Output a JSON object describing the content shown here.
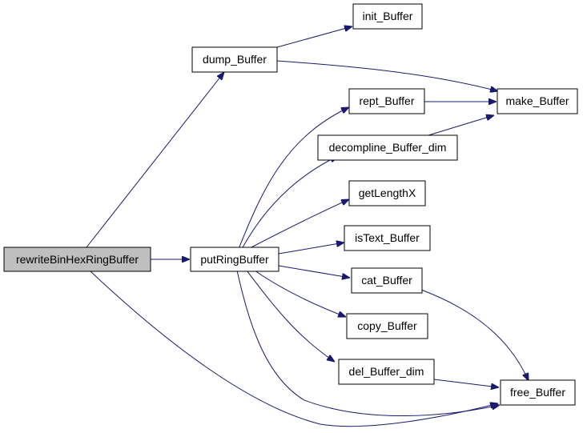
{
  "graph": {
    "edge_color": "#191970",
    "root_fill": "#bfbfbf",
    "nodes": {
      "root": "rewriteBinHexRingBuffer",
      "dump": "dump_Buffer",
      "init": "init_Buffer",
      "make": "make_Buffer",
      "put": "putRingBuffer",
      "rept": "rept_Buffer",
      "decomp": "decompline_Buffer_dim",
      "getlen": "getLengthX",
      "istext": "isText_Buffer",
      "cat": "cat_Buffer",
      "copy": "copy_Buffer",
      "del": "del_Buffer_dim",
      "free": "free_Buffer"
    }
  }
}
